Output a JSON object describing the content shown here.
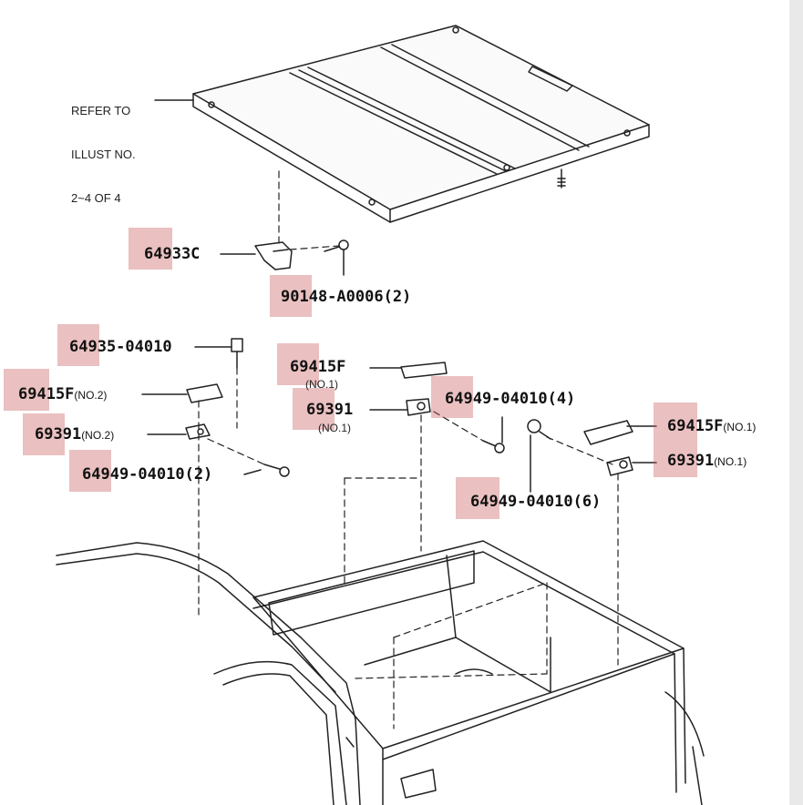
{
  "note": {
    "lines": [
      "REFER TO",
      "ILLUST NO.",
      "2~4 OF 4"
    ]
  },
  "labels": {
    "p64933c": "64933C",
    "p90148": "90148-A0006(2)",
    "p64935": "64935-04010",
    "p69415_no2": "69415F",
    "p69415_no2_sub": "(NO.2)",
    "p69391_no2": "69391",
    "p69391_no2_sub": "(NO.2)",
    "p64949_left": "64949-04010(2)",
    "p69415_mid": "69415F",
    "p69415_mid_sub": "(NO.1)",
    "p69391_mid": "69391",
    "p69391_mid_sub": "(NO.1)",
    "p64949_mid": "64949-04010(4)",
    "p69415_right": "69415F",
    "p69415_right_sub": "(NO.1)",
    "p69391_right": "69391",
    "p69391_right_sub": "(NO.1)",
    "p64949_right": "64949-04010(6)"
  },
  "colors": {
    "highlight": "#c85a5a",
    "line": "#222222",
    "background": "#ffffff",
    "edge_strip": "#e9e9e9"
  }
}
